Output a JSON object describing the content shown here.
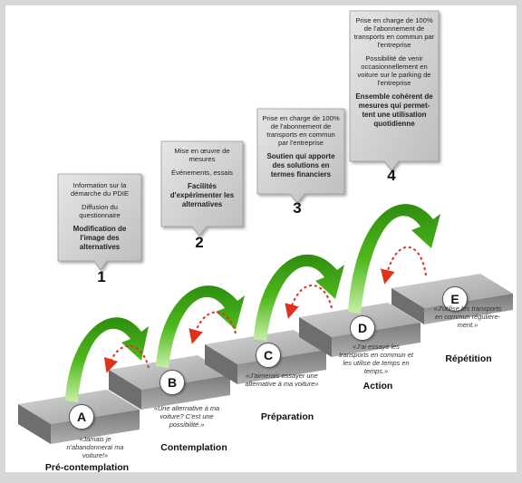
{
  "bubbles": [
    {
      "number": "1",
      "lines": [
        "Information sur la démarche du PDIE",
        "Diffusion du questionnaire"
      ],
      "bold": "Modification de l'image des alternatives"
    },
    {
      "number": "2",
      "lines": [
        "Mise en œuvre de mesures",
        "Événements, essais"
      ],
      "bold": "Facilités d'expérimenter les alternatives"
    },
    {
      "number": "3",
      "lines": [
        "Prise en charge de 100% de l'abonnement de transports en commun par l'entreprise"
      ],
      "bold": "Soutien qui apporte des solutions en termes financiers"
    },
    {
      "number": "4",
      "lines": [
        "Prise en charge de 100% de l'abonnement de transports en commun par l'entreprise",
        "Possibilité de venir occasionnellement en voiture sur le parking de l'entreprise"
      ],
      "bold": "Ensemble cohérent de mesures qui permet-tent une utilisation quotidienne"
    }
  ],
  "stages": [
    {
      "letter": "A",
      "quote": "«Jamais je n'abandonnerai ma voiture!»",
      "name": "Pré-contemplation"
    },
    {
      "letter": "B",
      "quote": "«Une alternative à ma voiture? C'est une possibilité.»",
      "name": "Contemplation"
    },
    {
      "letter": "C",
      "quote": "«J'aimerais essayer une alternative à ma voiture»",
      "name": "Préparation"
    },
    {
      "letter": "D",
      "quote": "«J'ai essayé les transports en commun et les utilise de temps en temps.»",
      "name": "Action"
    },
    {
      "letter": "E",
      "quote": "«J'utilise les transports en commun régulière-ment.»",
      "name": "Répétition"
    }
  ],
  "colors": {
    "forward_arrow": "#5fbf2a",
    "relapse_arrow": "#e0301e",
    "step_top": "#bdbdbd",
    "step_front": "#8a8a8a",
    "bubble": "#cfcfcf"
  }
}
